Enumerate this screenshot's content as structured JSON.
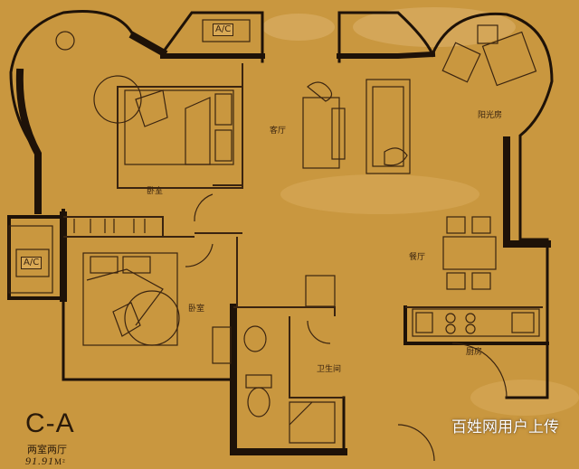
{
  "plan": {
    "unit_code": "C-A",
    "unit_type": "两室两厅",
    "area_value": "91.91",
    "area_unit": "M²"
  },
  "rooms": {
    "living_room": "客厅",
    "sunroom": "阳光房",
    "bedroom_1": "卧室",
    "bedroom_2": "卧室",
    "dining": "餐厅",
    "bathroom": "卫生间",
    "kitchen": "厨房"
  },
  "ac_labels": {
    "top": "A/C",
    "left": "A/C"
  },
  "watermark": "百姓网用户上传",
  "colors": {
    "background": "#c9973f",
    "wall": "#1e1208",
    "line": "#3a2410"
  }
}
